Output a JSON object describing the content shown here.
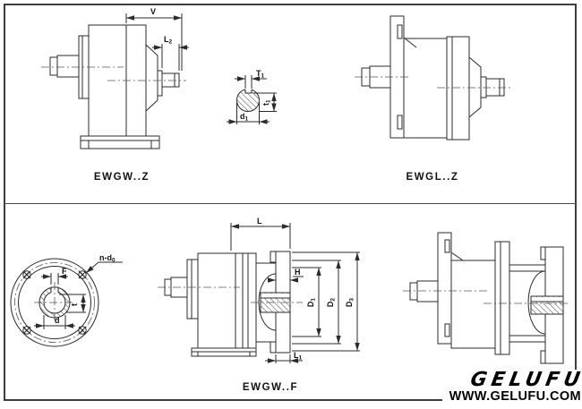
{
  "frame": {
    "bg": "#ffffff",
    "line_color": "#2b2b2b"
  },
  "branding": {
    "logo": "GELUFU",
    "website": "WWW.GELUFU.COM"
  },
  "drawings": {
    "ewgw_z": {
      "caption": "EWGW..Z",
      "dim_v": "V",
      "dim_l2": {
        "base": "L",
        "sub": "2"
      }
    },
    "shaft_section": {
      "dim_T1": {
        "base": "T",
        "sub": "1"
      },
      "dim_t1": {
        "base": "t",
        "sub": "1"
      },
      "dim_d1": {
        "base": "d",
        "sub": "1"
      }
    },
    "ewgl_z": {
      "caption": "EWGL..Z"
    },
    "flange_view": {
      "dim_bolts": {
        "base": "n-d",
        "sub": "0"
      },
      "dim_F": "F",
      "dim_t": "t",
      "dim_d": "d"
    },
    "ewgw_f": {
      "caption": "EWGW..F",
      "dim_l": "L",
      "dim_h": "H",
      "dim_d1": {
        "base": "D",
        "sub": "1"
      },
      "dim_d2": {
        "base": "D",
        "sub": "2"
      },
      "dim_d3": {
        "base": "D",
        "sub": "3"
      },
      "dim_l1": {
        "base": "L",
        "sub": "1"
      }
    }
  }
}
